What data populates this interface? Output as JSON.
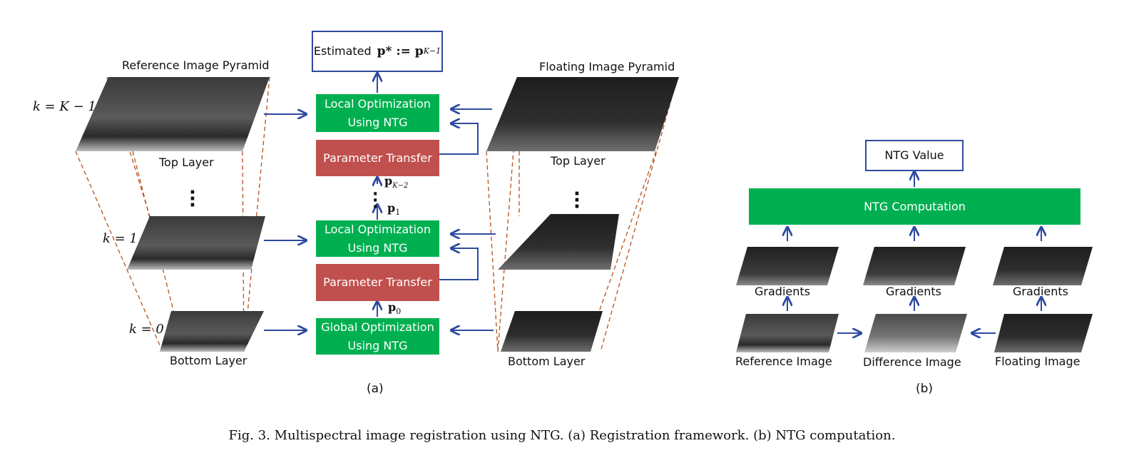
{
  "left": {
    "ref_title": "Reference Image Pyramid",
    "float_title": "Floating Image Pyramid",
    "k_top": "k = K − 1",
    "k_one": "k = 1",
    "k_zero": "k = 0",
    "top_layer": "Top Layer",
    "bottom_layer": "Bottom Layer",
    "estimated_prefix": "Estimated",
    "estimated_math": "p* := p",
    "estimated_sub": "K−1",
    "local_opt_1": "Local Optimization",
    "local_opt_2": "Using NTG",
    "global_opt_1": "Global Optimization",
    "global_opt_2": "Using NTG",
    "param_transfer": "Parameter Transfer",
    "p_k2": "p",
    "p_k2_sub": "K−2",
    "p_one": "p",
    "p_one_sub": "1",
    "p_zero": "p",
    "p_zero_sub": "0",
    "sublabel": "(a)"
  },
  "right": {
    "ntg_value": "NTG Value",
    "ntg_computation": "NTG Computation",
    "gradients": "Gradients",
    "reference_image": "Reference Image",
    "difference_image": "Difference Image",
    "floating_image": "Floating Image",
    "sublabel": "(b)"
  },
  "caption": "Fig. 3.   Multispectral image registration using NTG. (a) Registration framework. (b) NTG computation.",
  "colors": {
    "green": "#00b050",
    "red": "#c0504d",
    "arrow": "#2e4aa0",
    "dashed": "#b5531e"
  }
}
